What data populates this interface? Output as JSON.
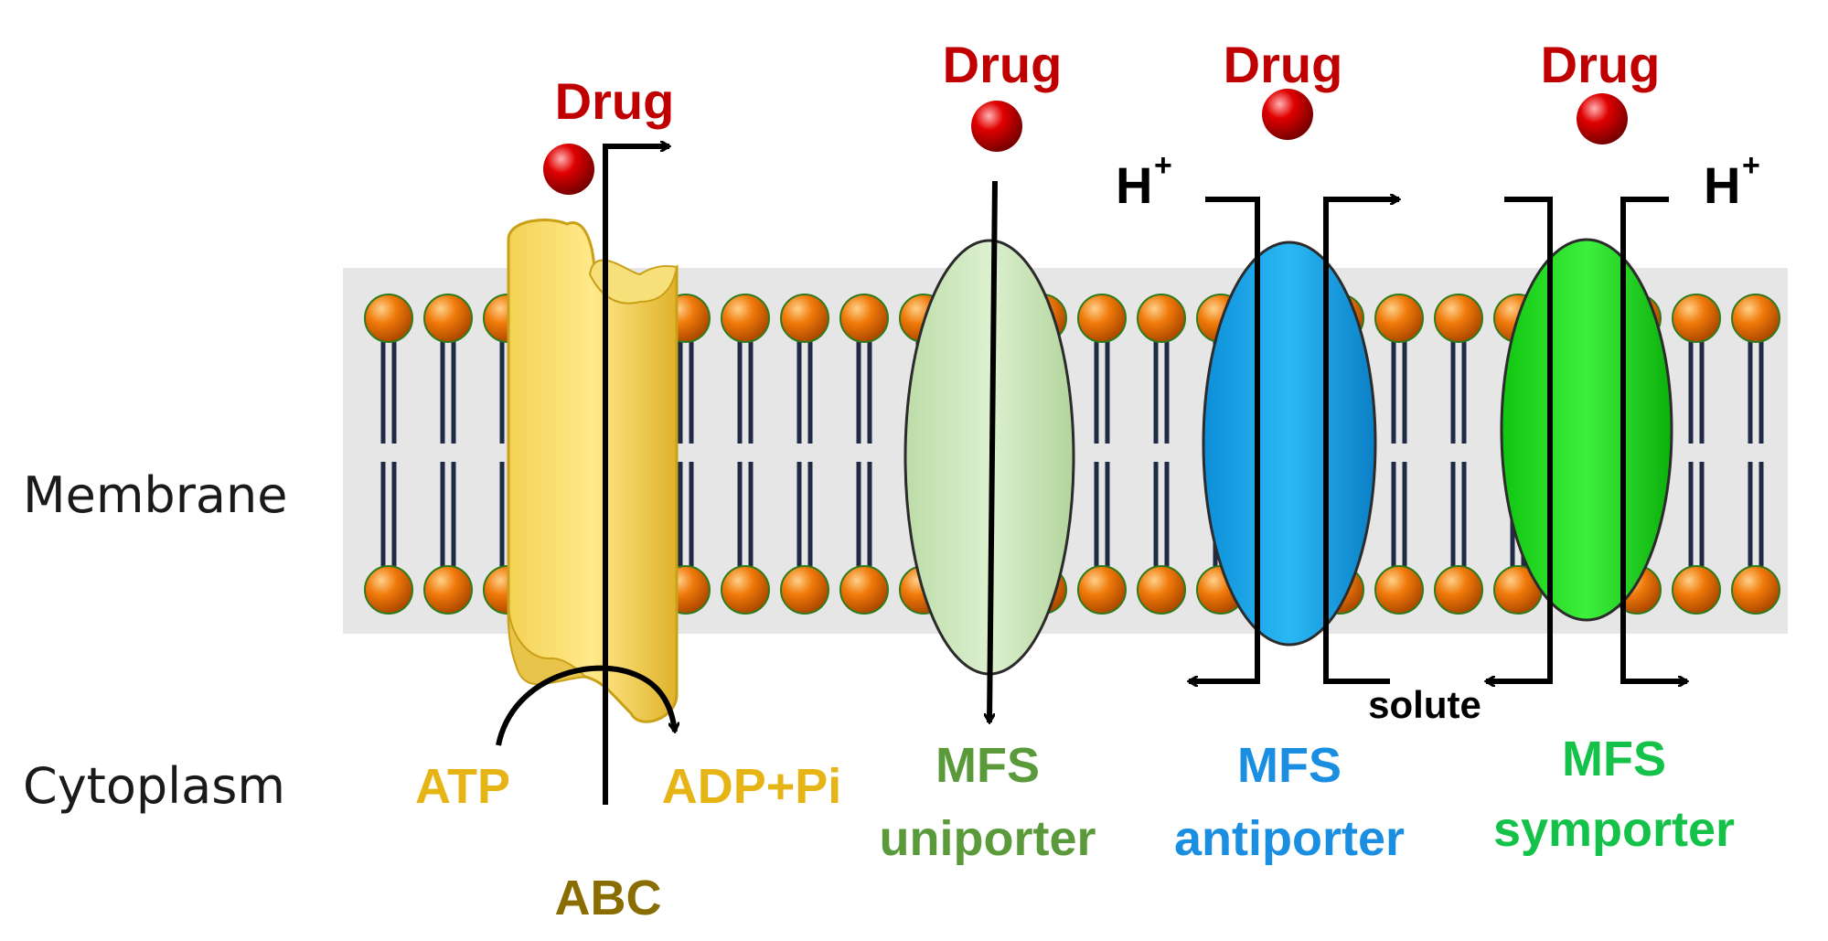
{
  "regions": {
    "membrane_label": "Membrane",
    "cytoplasm_label": "Cytoplasm"
  },
  "drug_label": "Drug",
  "proton_label": "H",
  "proton_charge": "+",
  "solute_label": "solute",
  "transporters": [
    {
      "id": "abc",
      "name_lines": [
        "ABC"
      ],
      "color": "#f5c842",
      "label_color": "#8a6d00"
    },
    {
      "id": "uniporter",
      "name_lines": [
        "MFS",
        "uniporter"
      ],
      "color": "#cde8bd",
      "label_color": "#5a9a3b"
    },
    {
      "id": "antiporter",
      "name_lines": [
        "MFS",
        "antiporter"
      ],
      "color": "#1aa7ec",
      "label_color": "#1a8ee0"
    },
    {
      "id": "symporter",
      "name_lines": [
        "MFS",
        "symporter"
      ],
      "color": "#19e019",
      "label_color": "#14c24a"
    }
  ],
  "abc_energy": {
    "input": "ATP",
    "output": "ADP+Pi",
    "color": "#e7b416"
  },
  "colors": {
    "drug": "#e00000",
    "lipid_head": "#f07a0a",
    "lipid_tail": "#1f2a44",
    "membrane_band": "#e6e6e6",
    "arrow": "#000000"
  }
}
